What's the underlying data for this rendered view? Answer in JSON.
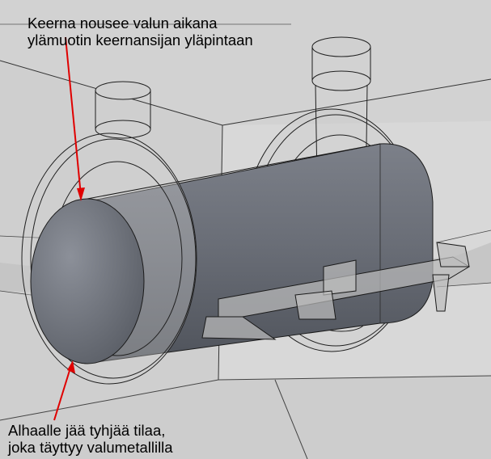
{
  "annotations": {
    "top": {
      "line1": "Keerna nousee valun aikana",
      "line2": "ylämuotin keernansijan yläpintaan"
    },
    "bottom": {
      "line1": "Alhaalle jää tyhjää tilaa,",
      "line2": "joka täyttyy valumetallilla"
    }
  },
  "colors": {
    "background": "#d6d6d6",
    "mold_face_dark": "#c4c4c4",
    "core_dark": "#5d6068",
    "core_light": "#8a8e96",
    "leader_arrows": "#e00000",
    "outline": "#1a1a1a"
  }
}
